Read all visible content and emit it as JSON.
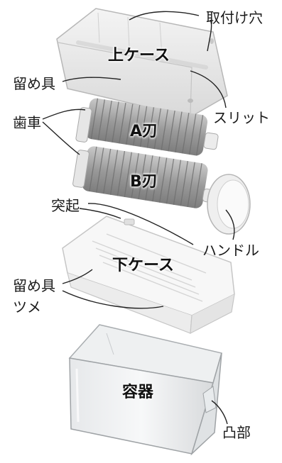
{
  "labels": {
    "toritsuke_ana": "取付け穴",
    "ue_case": "上ケース",
    "tomegu_top": "留め具",
    "slit": "スリット",
    "haguruma": "歯車",
    "a_blade": "A刃",
    "b_blade": "B刃",
    "tokki": "突起",
    "handle": "ハンドル",
    "shita_case": "下ケース",
    "tomegu_bottom": "留め具",
    "tsume": "ツメ",
    "youki": "容器",
    "toubu": "凸部"
  }
}
